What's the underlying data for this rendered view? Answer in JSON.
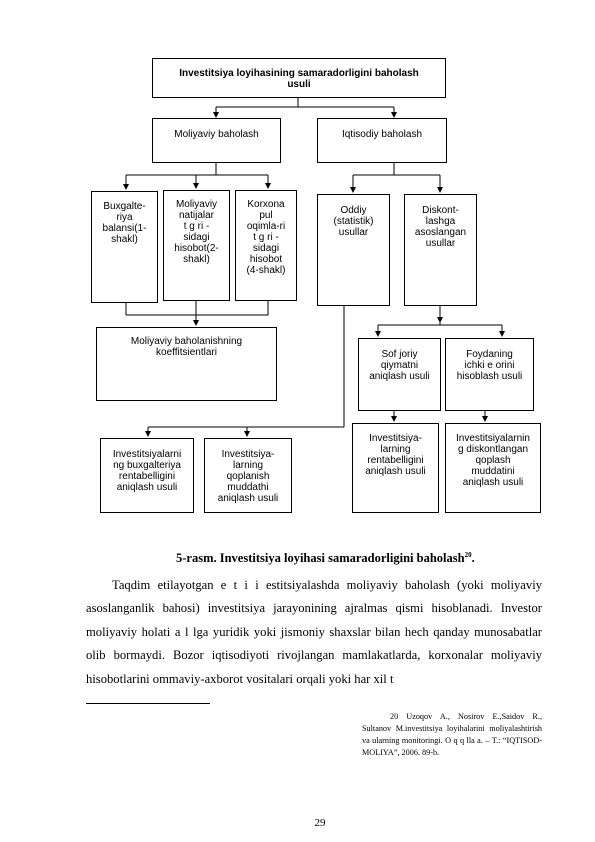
{
  "diagram": {
    "top": "Investitsiya loyihasining samaradorligini baholash\nusuli",
    "left_branch": "Moliyaviy baholash",
    "right_branch": "Iqtisodiy baholash",
    "fin1": "Buxgalte-\nriya\nbalansi(1-\nshakl)",
    "fin2": "Moliyaviy\nnatijalar\nt   g ri -\nsidagi\nhisobot(2-\nshakl)",
    "fin3": "Korxona\npul\noqimla-ri\nt  g ri  -\nsidagi\nhisobot\n(4-shakl)",
    "econ1": "Oddiy\n(statistik)\nusullar",
    "econ2": "Diskont-\nlashga\nasoslangan\nusullar",
    "coef": "Moliyaviy baholanishning\nkoeffitsientlari",
    "disc1": "Sof joriy\nqiymatni\naniqlash usuli",
    "disc2": "Foydaning\nichki  e     orini\nhisoblash usuli",
    "stat1": "Investitsiyalarni\nng buxgalteriya\nrentabelligini\naniqlash usuli",
    "stat2": "Investitsiya-\nlarning\nqoplanish\nmuddathi\naniqlash usuli",
    "disc3": "Investitsiya-\nlarning\nrentabelligini\naniqlash usuli",
    "disc4": "Investitsiyalarnin\ng diskontlangan\nqoplash\nmuddatini\naniqlash usuli"
  },
  "caption": {
    "text": "5-rasm. Investitsiya loyihasi samaradorligini baholash",
    "ref": "20",
    "end": "."
  },
  "paragraph": "Taqdim etilayotgan     e t i i   estitsiyalashda moliyaviy baholash (yoki moliyaviy asoslanganlik bahosi) investitsiya jarayonining ajralmas qismi hisoblanadi. Investor moliyaviy holati      a l         lga   yuridik yoki jismoniy shaxslar bilan hech qanday munosabatlar olib bormaydi. Bozor iqtisodiyoti rivojlangan mamlakatlarda, korxonalar moliyaviy hisobotlarini ommaviy-axborot vositalari orqali yoki har xil t",
  "footnote": "20 Uzoqov A., Nosirov E.,Saidov R., Sultanov M.investitsiya loyihalarini moliyalashtirish va ularning monitoringi. O q q lla  a. – T.: “IQTISOD-MOLIYA”, 2006. 89-b.",
  "page_number": "29"
}
